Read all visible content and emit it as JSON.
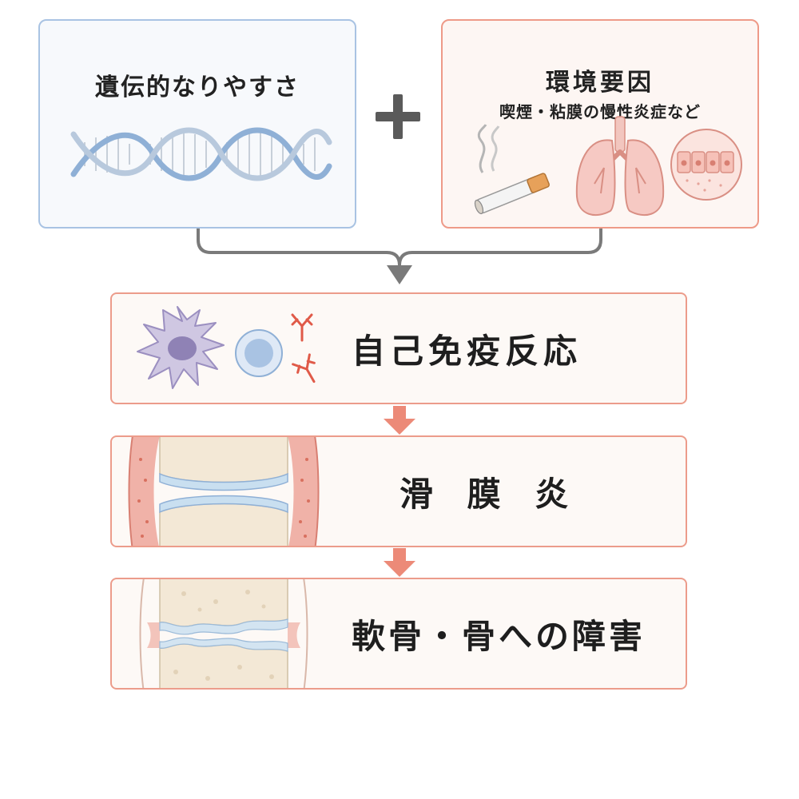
{
  "genetic": {
    "title": "遺伝的なりやすさ"
  },
  "plus_symbol": "+",
  "environment": {
    "title": "環境要因",
    "subtitle": "喫煙・粘膜の慢性炎症など"
  },
  "steps": [
    {
      "label": "自己免疫反応"
    },
    {
      "label": "滑 膜 炎"
    },
    {
      "label": "軟骨・骨への障害"
    }
  ],
  "colors": {
    "genetic_border": "#a9c3e3",
    "environment_border": "#ee9a88",
    "step_border": "#ec9c8b",
    "arrow_gray": "#7a7a7a",
    "arrow_salmon": "#ec8a78"
  }
}
